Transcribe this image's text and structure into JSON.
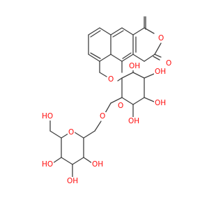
{
  "structure": {
    "atom_labels": [
      {
        "id": "ring-o-lactone",
        "text": "O"
      },
      {
        "id": "carbonyl-o",
        "text": "O"
      },
      {
        "id": "hydroxyl-upper",
        "text": "OH"
      },
      {
        "id": "ether-o-aryl",
        "text": "O"
      },
      {
        "id": "ring-o-sugar1",
        "text": "O"
      },
      {
        "id": "oh-sugar1-a",
        "text": "OH"
      },
      {
        "id": "oh-sugar1-b",
        "text": "OH"
      },
      {
        "id": "oh-sugar1-c",
        "text": "OH"
      },
      {
        "id": "ether-o-link",
        "text": "O"
      },
      {
        "id": "ring-o-sugar2",
        "text": "O"
      },
      {
        "id": "ho-ch2",
        "text": "HO"
      },
      {
        "id": "ho-sugar2-a",
        "text": "HO"
      },
      {
        "id": "oh-sugar2-b",
        "text": "OH"
      },
      {
        "id": "oh-sugar2-c",
        "text": "OH"
      }
    ],
    "colors": {
      "bond": "#404040",
      "heteroatom": "#ff0d0d",
      "background": "#ffffff"
    }
  }
}
